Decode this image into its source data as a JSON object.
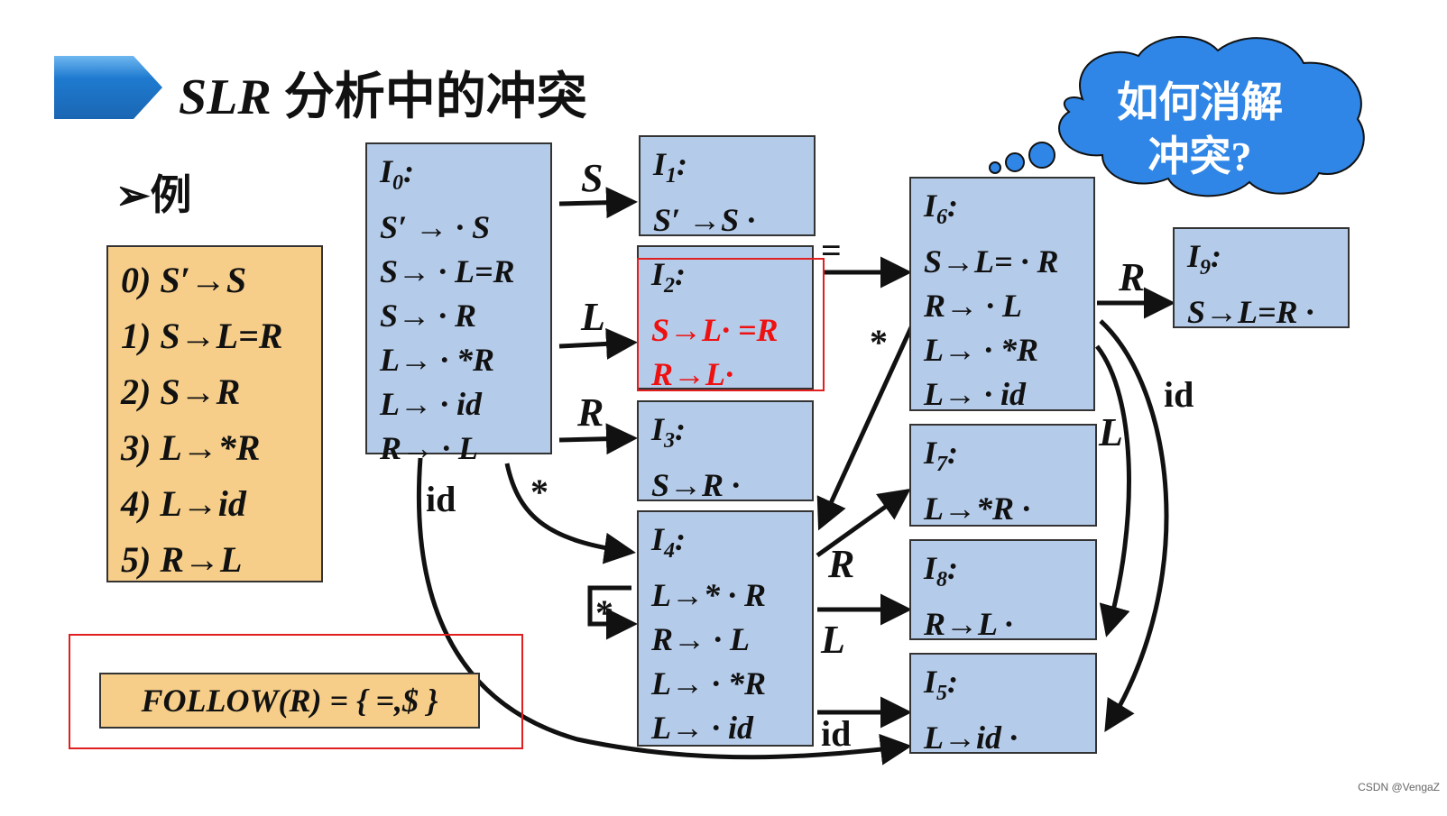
{
  "title": {
    "italic": "SLR",
    "rest": " 分析中的冲突"
  },
  "example_label": "➢例",
  "grammar": [
    "0) S′→S",
    "1) S→L=R",
    "2) S→R",
    "3) L→*R",
    "4) L→id",
    "5) R→L"
  ],
  "follow": "FOLLOW(R) = { =,$ }",
  "cloud": {
    "line1": "如何消解",
    "line2": "冲突?"
  },
  "states": {
    "I0": {
      "head": "I0:",
      "items": [
        "S′ → · S",
        "S→ · L=R",
        "S→ · R",
        "L→ · *R",
        "L→ · id",
        "R→ · L"
      ]
    },
    "I1": {
      "head": "I1:",
      "items": [
        "S′ →S ·"
      ]
    },
    "I2": {
      "head": "I2:",
      "items": [
        "S→L· =R",
        "R→L·"
      ]
    },
    "I3": {
      "head": "I3:",
      "items": [
        "S→R ·"
      ]
    },
    "I4": {
      "head": "I4:",
      "items": [
        "L→* · R",
        "R→ · L",
        "L→ · *R",
        "L→ · id"
      ]
    },
    "I5": {
      "head": "I5:",
      "items": [
        "L→id ·"
      ]
    },
    "I6": {
      "head": "I6:",
      "items": [
        "S→L= · R",
        "R→ · L",
        "L→ · *R",
        "L→ · id"
      ]
    },
    "I7": {
      "head": "I7:",
      "items": [
        "L→*R ·"
      ]
    },
    "I8": {
      "head": "I8:",
      "items": [
        "R→L ·"
      ]
    },
    "I9": {
      "head": "I9:",
      "items": [
        "S→L=R ·"
      ]
    }
  },
  "edge_labels": {
    "S": "S",
    "L_top": "L",
    "R_top": "R",
    "id_left": "id",
    "star_left": "*",
    "star_loop": "*",
    "eq": "=",
    "star_mid": "*",
    "R_mid": "R",
    "L_mid": "L",
    "id_mid": "id",
    "R_right": "R",
    "L_right": "L",
    "id_right": "id"
  },
  "colors": {
    "state_fill": "#b4cbe9",
    "grammar_fill": "#f6ce8a",
    "highlight": "#e02020",
    "conflict_text": "#ee1111",
    "title_bar": "#1f7bd0",
    "cloud": "#2f86e6"
  },
  "credit": "CSDN @VengaZ"
}
